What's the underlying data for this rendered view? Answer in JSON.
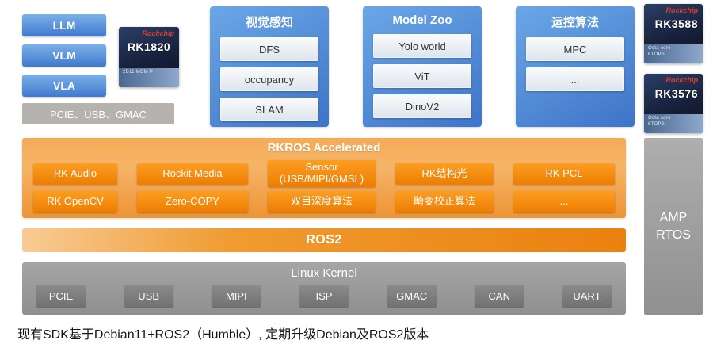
{
  "left": {
    "stack": [
      "LLM",
      "VLM",
      "VLA"
    ],
    "bus": "PCIE、USB、GMAC"
  },
  "chip_rk1820": {
    "brand": "Rockchip",
    "model": "RK1820",
    "sub": "2B11 MCM P"
  },
  "panels": [
    {
      "title": "视觉感知",
      "items": [
        "DFS",
        "occupancy",
        "SLAM"
      ]
    },
    {
      "title": "Model Zoo",
      "items": [
        "Yolo world",
        "ViT",
        "DinoV2"
      ]
    },
    {
      "title": "运控算法",
      "items": [
        "MPC",
        "..."
      ]
    }
  ],
  "chips": [
    {
      "brand": "Rockchip",
      "model": "RK3588",
      "sub1": "Octa core",
      "sub2": "6TOPS"
    },
    {
      "brand": "Rockchip",
      "model": "RK3576",
      "sub1": "Octa core",
      "sub2": "6TOPS"
    }
  ],
  "rkros": {
    "title": "RKROS Accelerated",
    "rows": [
      [
        "RK Audio",
        "Rockit Media",
        "Sensor (USB/MIPI/GMSL)",
        "RK结构光",
        "RK PCL"
      ],
      [
        "RK OpenCV",
        "Zero-COPY",
        "双目深度算法",
        "畸变校正算法",
        "..."
      ]
    ]
  },
  "ros2_label": "ROS2",
  "kernel": {
    "title": "Linux Kernel",
    "items": [
      "PCIE",
      "USB",
      "MIPI",
      "ISP",
      "GMAC",
      "CAN",
      "UART"
    ]
  },
  "amp": {
    "line1": "AMP",
    "line2": "RTOS"
  },
  "footer": "现有SDK基于Debian11+ROS2（Humble）, 定期升级Debian及ROS2版本"
}
